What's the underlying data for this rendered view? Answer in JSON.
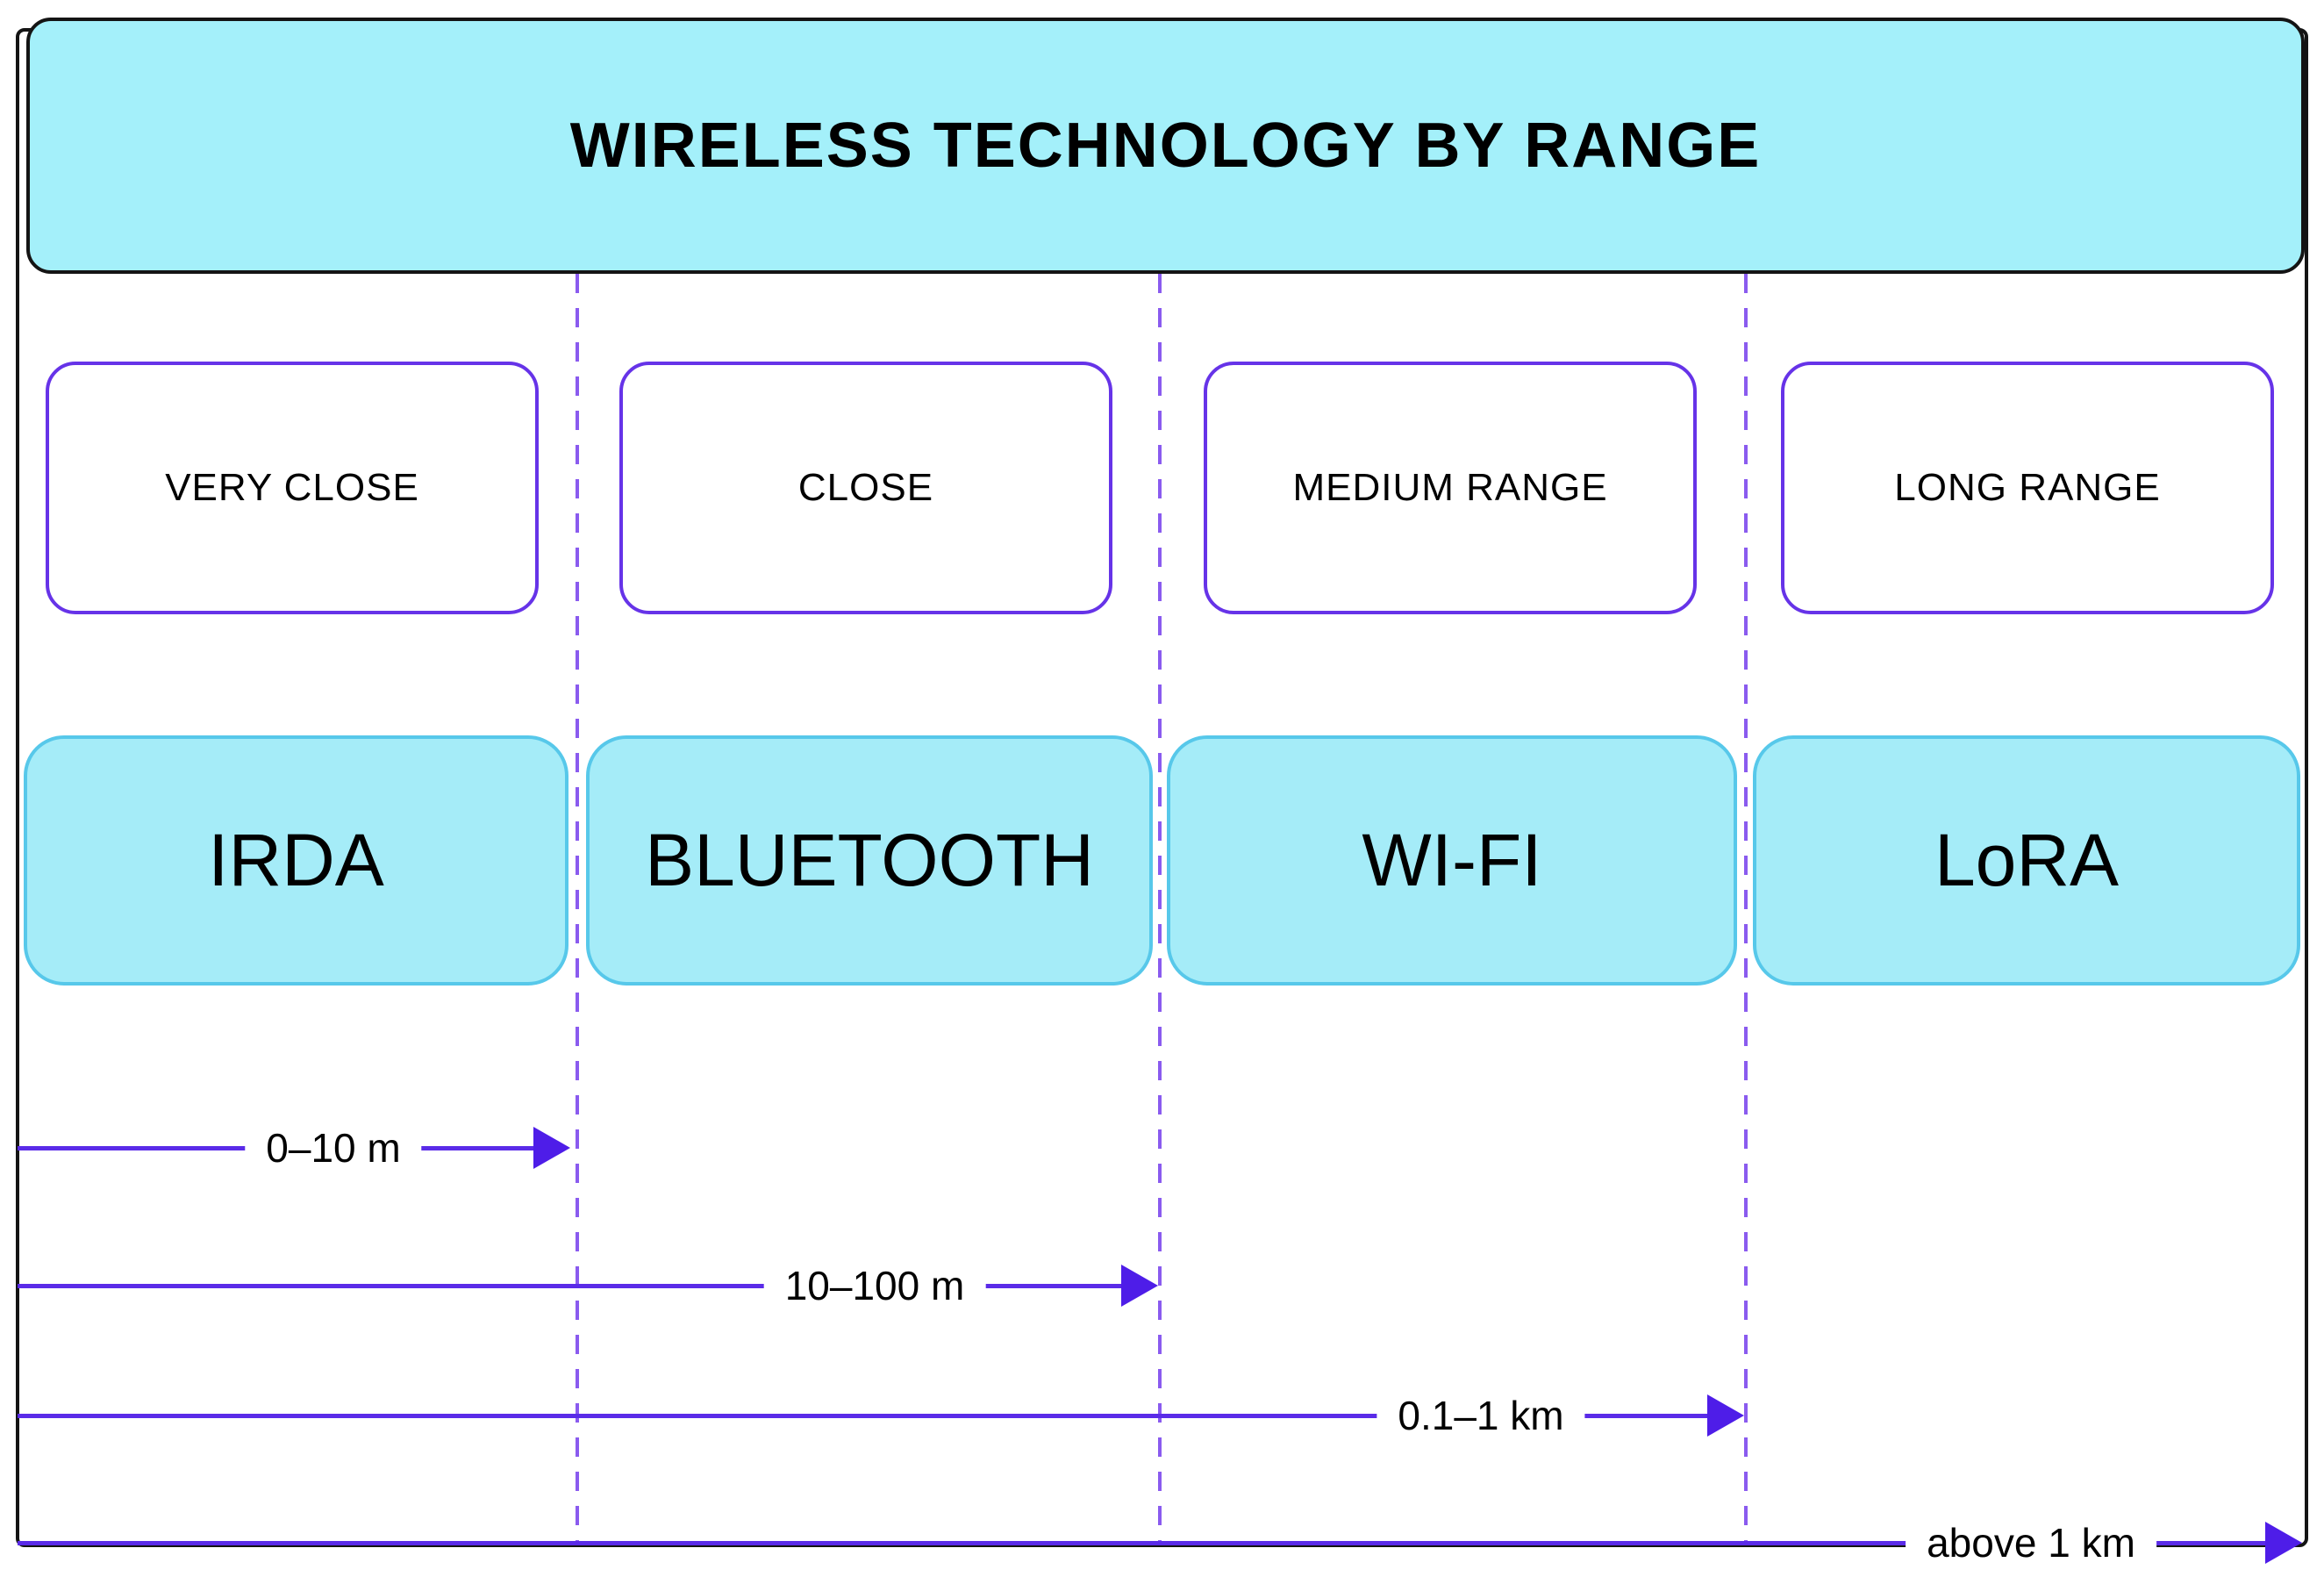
{
  "title": "WIRELESS TECHNOLOGY BY RANGE",
  "columns": [
    {
      "category": "VERY CLOSE",
      "technology": "IRDA",
      "range": "0–10 m"
    },
    {
      "category": "CLOSE",
      "technology": "BLUETOOTH",
      "range": "10–100 m"
    },
    {
      "category": "MEDIUM RANGE",
      "technology": "WI-FI",
      "range": "0.1–1 km"
    },
    {
      "category": "LONG RANGE",
      "technology": "LoRA",
      "range": "above 1 km"
    }
  ],
  "colors": {
    "cyan_fill": "#A5ECF8",
    "cyan_border": "#57C8EA",
    "title_fill": "#A4F0FA",
    "purple_box_border": "#6633E8",
    "dashed_divider": "#8A5BEF",
    "arrow": "#5A2BE8",
    "frame": "#141414",
    "text": "#000000"
  }
}
